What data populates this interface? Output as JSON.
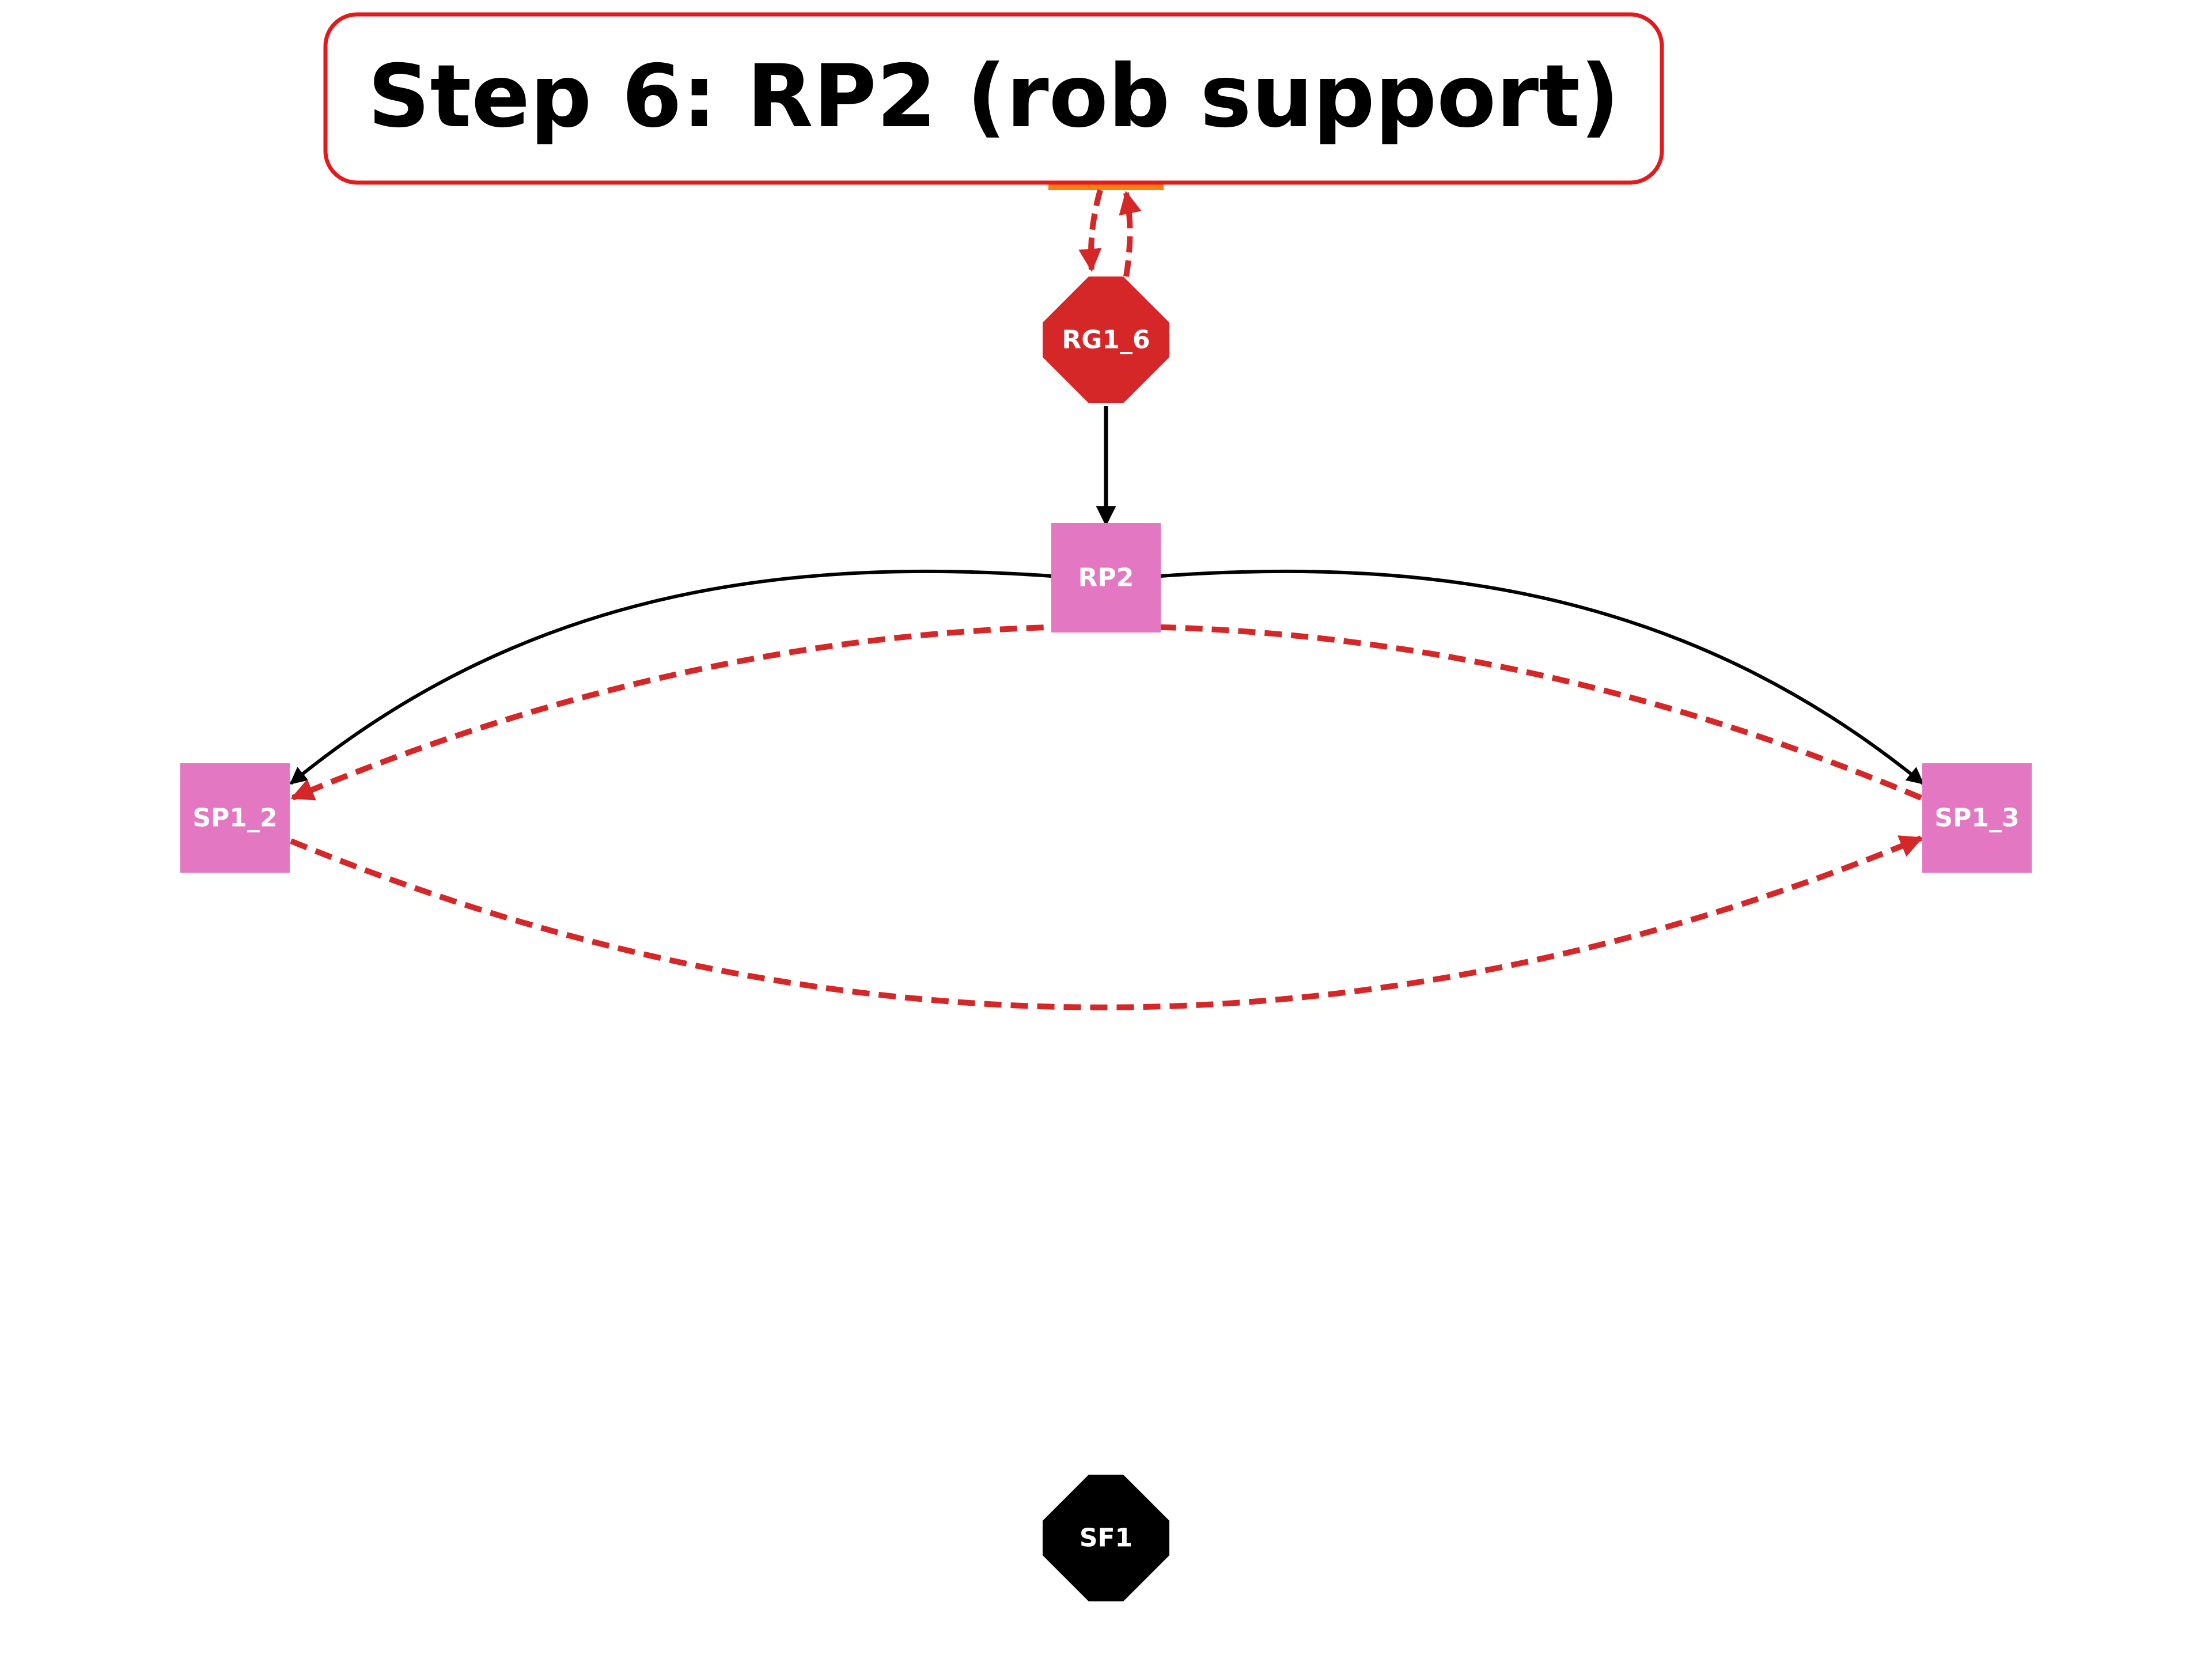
{
  "title": "Step 6: RP2 (rob support)",
  "nodes": {
    "rg1_6": {
      "label": "RG1_6",
      "shape": "octagon",
      "color": "#d62728"
    },
    "rp2": {
      "label": "RP2",
      "shape": "square",
      "color": "#e377c2"
    },
    "sp1_2": {
      "label": "SP1_2",
      "shape": "square",
      "color": "#e377c2"
    },
    "sp1_3": {
      "label": "SP1_3",
      "shape": "square",
      "color": "#e377c2"
    },
    "sf1": {
      "label": "SF1",
      "shape": "octagon",
      "color": "#000000"
    },
    "hidden_top": {
      "label": "",
      "shape": "square",
      "color": "#ff7f0e"
    }
  },
  "edges": [
    {
      "from": "RG1_6",
      "to": "RP2",
      "style": "solid",
      "color": "#000000"
    },
    {
      "from": "RP2",
      "to": "SP1_2",
      "style": "solid",
      "color": "#000000"
    },
    {
      "from": "RP2",
      "to": "SP1_3",
      "style": "solid",
      "color": "#000000"
    },
    {
      "from": "SP1_3",
      "to": "SP1_2",
      "style": "dashed",
      "color": "#d62728"
    },
    {
      "from": "SP1_2",
      "to": "SP1_3",
      "style": "dashed",
      "color": "#d62728"
    },
    {
      "from": "RG1_6",
      "to": "top node",
      "style": "dashed",
      "color": "#d62728"
    },
    {
      "from": "top node",
      "to": "RG1_6",
      "style": "dashed",
      "color": "#d62728"
    }
  ],
  "colors": {
    "title_border": "#e31a1c",
    "support_edge": "#d62728",
    "edge": "#000000",
    "background": "#ffffff"
  }
}
